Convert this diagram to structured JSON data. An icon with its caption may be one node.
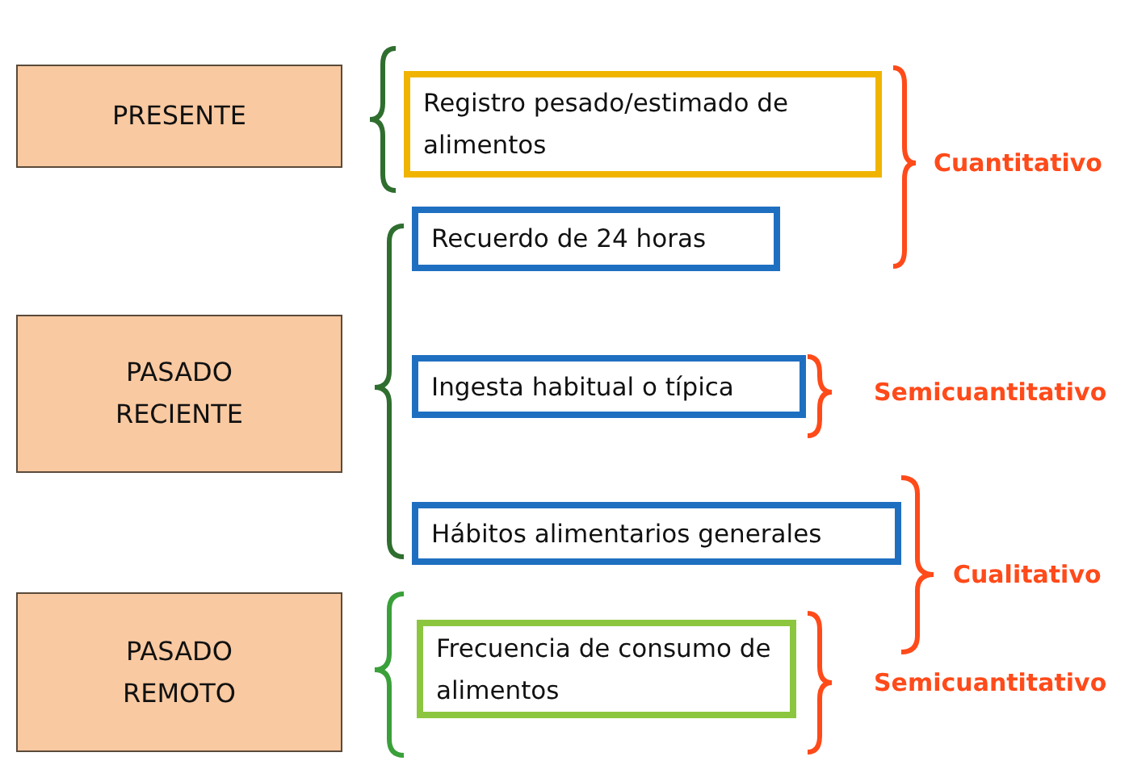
{
  "diagram": {
    "nodes": [
      {
        "text": [
          "PRESENTE"
        ]
      },
      {
        "text": [
          "PASADO RECIENTE"
        ]
      },
      {
        "text": [
          "PASADO REMOTO"
        ]
      },
      {
        "text": [
          "Registro pesado/estimado de alimentos"
        ]
      },
      {
        "text": [
          "Recuerdo de 24 horas"
        ]
      },
      {
        "text": [
          "Ingesta habitual o típica"
        ]
      },
      {
        "text": [
          "Hábitos alimentarios generales"
        ]
      },
      {
        "text": [
          "Frecuencia de consumo de alimentos"
        ]
      }
    ],
    "labels": [
      "Cuantitativo",
      "Semicuantitativo",
      "Cualitativo",
      "Semicuantitativo"
    ]
  }
}
